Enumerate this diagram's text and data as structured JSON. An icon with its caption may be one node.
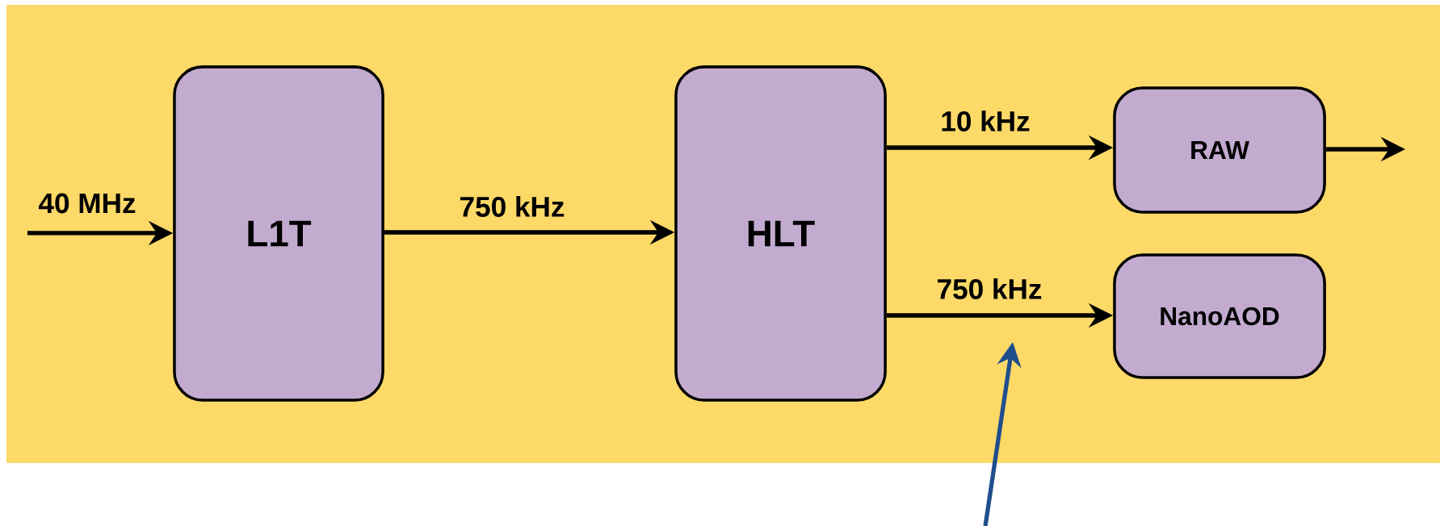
{
  "diagram": {
    "nodes": [
      {
        "text": [
          "L1T"
        ]
      },
      {
        "text": [
          "HLT"
        ]
      },
      {
        "text": [
          "RAW"
        ]
      },
      {
        "text": [
          "NanoAOD"
        ]
      }
    ],
    "edges": [
      {
        "from": null,
        "to": 0,
        "arrow": "to",
        "label": "40 MHz"
      },
      {
        "from": 0,
        "to": 1,
        "arrow": "to",
        "label": "750 kHz"
      },
      {
        "from": 1,
        "to": 2,
        "arrow": "to",
        "label": "10 kHz"
      },
      {
        "from": 1,
        "to": 3,
        "arrow": "to",
        "label": "750 kHz"
      },
      {
        "from": 2,
        "to": null,
        "arrow": "to"
      }
    ]
  }
}
